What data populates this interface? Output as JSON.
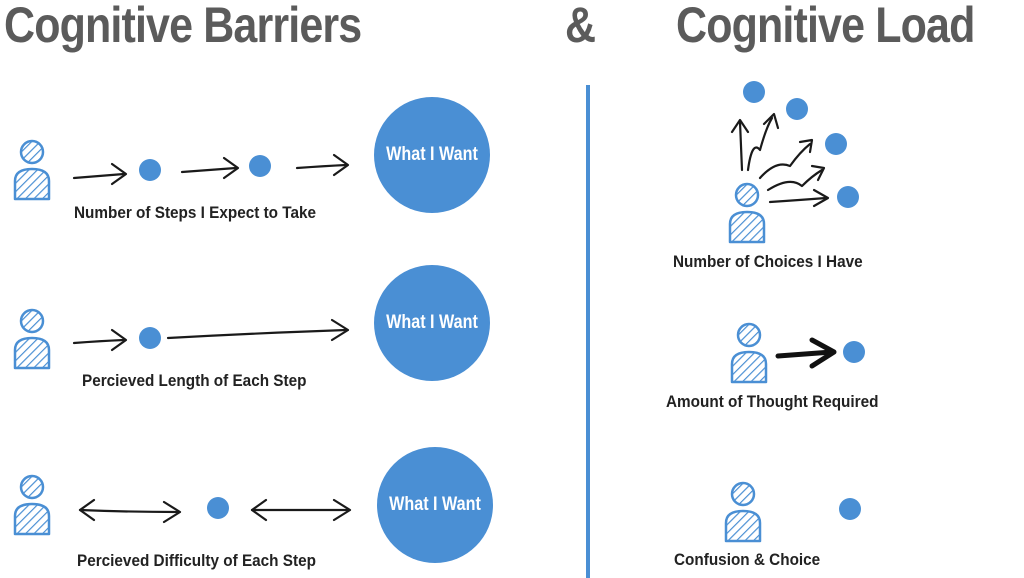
{
  "title_left": "Cognitive Barriers",
  "title_amp": "&",
  "title_right": "Cognitive Load",
  "goal_label": "What I Want",
  "labels": {
    "steps": "Number of Steps I Expect to Take",
    "length": "Percieved Length of Each Step",
    "difficulty": "Percieved Difficulty of Each Step",
    "choices": "Number of Choices I Have",
    "thought": "Amount of Thought Required",
    "confusion": "Confusion & Choice"
  },
  "colors": {
    "accent": "#4a8fd4",
    "title": "#5b5b5b",
    "text": "#222222"
  }
}
